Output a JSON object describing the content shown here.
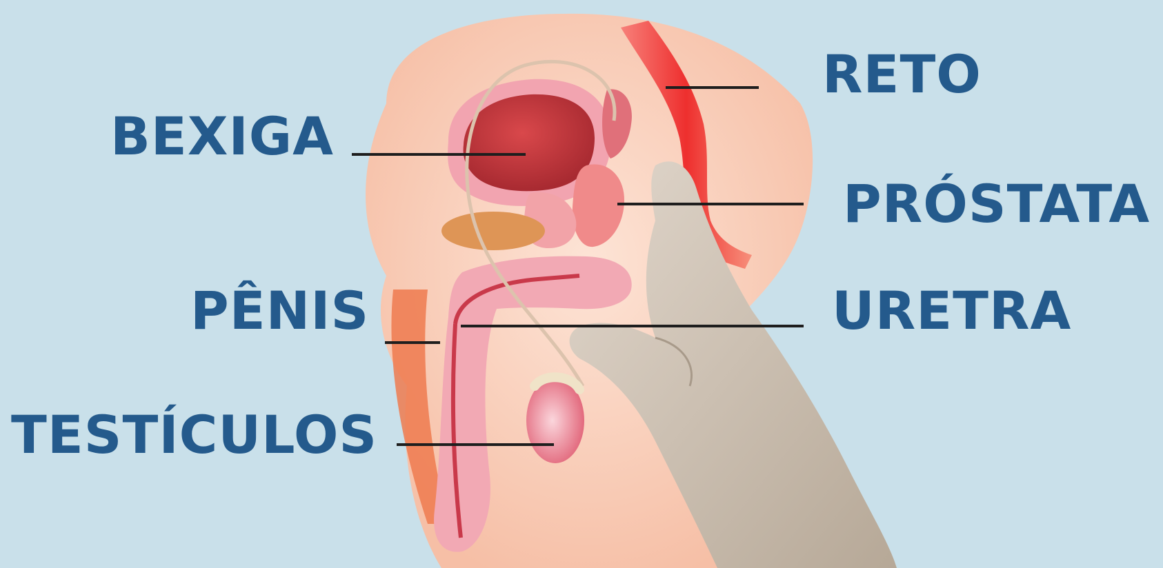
{
  "labels": {
    "bexiga": "BEXIGA",
    "penis": "PÊNIS",
    "testiculos": "TESTÍCULOS",
    "reto": "RETO",
    "prostata": "PRÓSTATA",
    "uretra": "URETRA"
  },
  "colors": {
    "background": "#c9e0ea",
    "label": "#245a8c",
    "leader_line": "#1e1e1e",
    "skin": "#fbd6c3",
    "bladder": "#c73a3e",
    "rectum": "#f0504a",
    "glove": "#cfc3b6"
  }
}
